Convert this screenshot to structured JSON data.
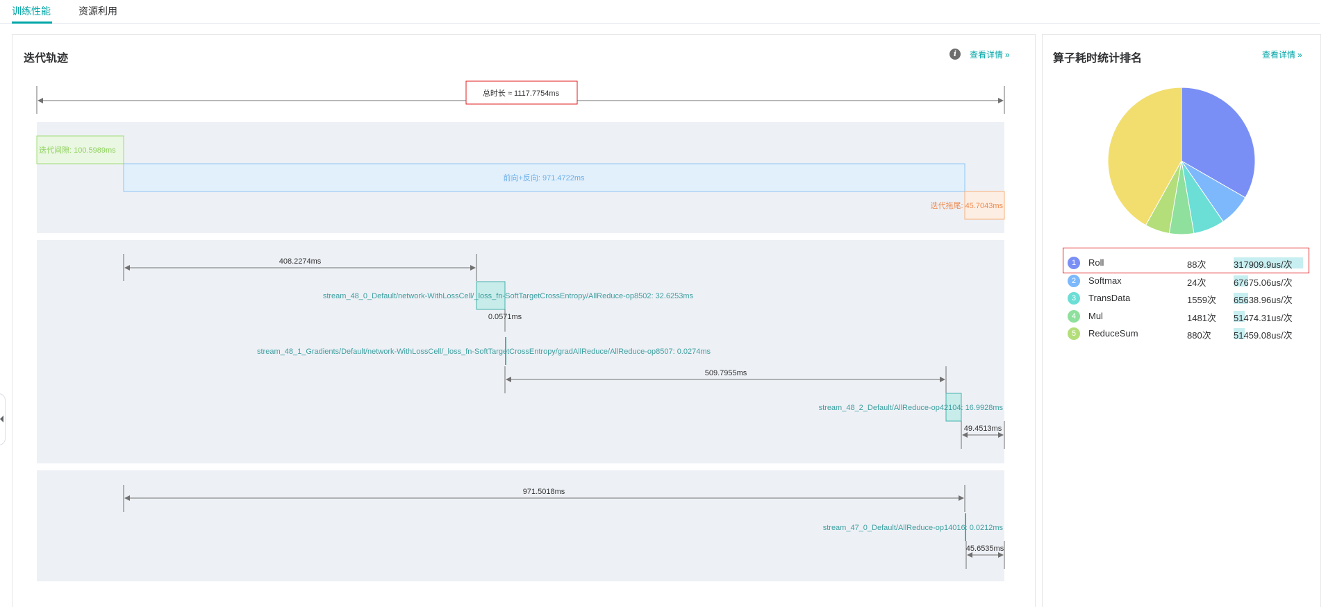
{
  "tabs": [
    {
      "label": "训练性能",
      "active": true
    },
    {
      "label": "资源利用",
      "active": false
    }
  ],
  "trace_card": {
    "title": "迭代轨迹",
    "detail_link": "查看详情",
    "total": "总时长 ≈ 1117.7754ms",
    "step_gap": "迭代间隙: 100.5989ms",
    "fp_bp": "前向+反向: 971.4722ms",
    "tail": "迭代拖尾: 45.7043ms",
    "stream1": {
      "gap1": "408.2274ms",
      "op1": "stream_48_0_Default/network-WithLossCell/_loss_fn-SoftTargetCrossEntropy/AllReduce-op8502: 32.6253ms",
      "gap2": "0.0571ms",
      "op2": "stream_48_1_Gradients/Default/network-WithLossCell/_loss_fn-SoftTargetCrossEntropy/gradAllReduce/AllReduce-op8507: 0.0274ms",
      "gap3": "509.7955ms",
      "op3": "stream_48_2_Default/AllReduce-op42104: 16.9928ms",
      "gap4": "49.4513ms"
    },
    "stream2": {
      "gap1": "971.5018ms",
      "op1": "stream_47_0_Default/AllReduce-op14016: 0.0212ms",
      "gap2": "45.6535ms"
    }
  },
  "ops_card": {
    "title": "算子耗时统计排名",
    "detail_link": "查看详情",
    "pie_colors": [
      "#7a8ff5",
      "#7cb8fb",
      "#6bded6",
      "#8ee09c",
      "#b3de7a",
      "#f2de6e"
    ],
    "pie_values": [
      317909.9,
      67675.06,
      65638.96,
      51474.31,
      51459.08,
      400000
    ],
    "ranking": [
      {
        "rank": "1",
        "name": "Roll",
        "count": "88次",
        "value": "317909.9us/次",
        "ratio": 1.0,
        "color": "#7a8ff5"
      },
      {
        "rank": "2",
        "name": "Softmax",
        "count": "24次",
        "value": "67675.06us/次",
        "ratio": 0.213,
        "color": "#7cb8fb"
      },
      {
        "rank": "3",
        "name": "TransData",
        "count": "1559次",
        "value": "65638.96us/次",
        "ratio": 0.206,
        "color": "#6bded6"
      },
      {
        "rank": "4",
        "name": "Mul",
        "count": "1481次",
        "value": "51474.31us/次",
        "ratio": 0.162,
        "color": "#8ee09c"
      },
      {
        "rank": "5",
        "name": "ReduceSum",
        "count": "880次",
        "value": "51459.08us/次",
        "ratio": 0.162,
        "color": "#b3de7a"
      }
    ]
  }
}
